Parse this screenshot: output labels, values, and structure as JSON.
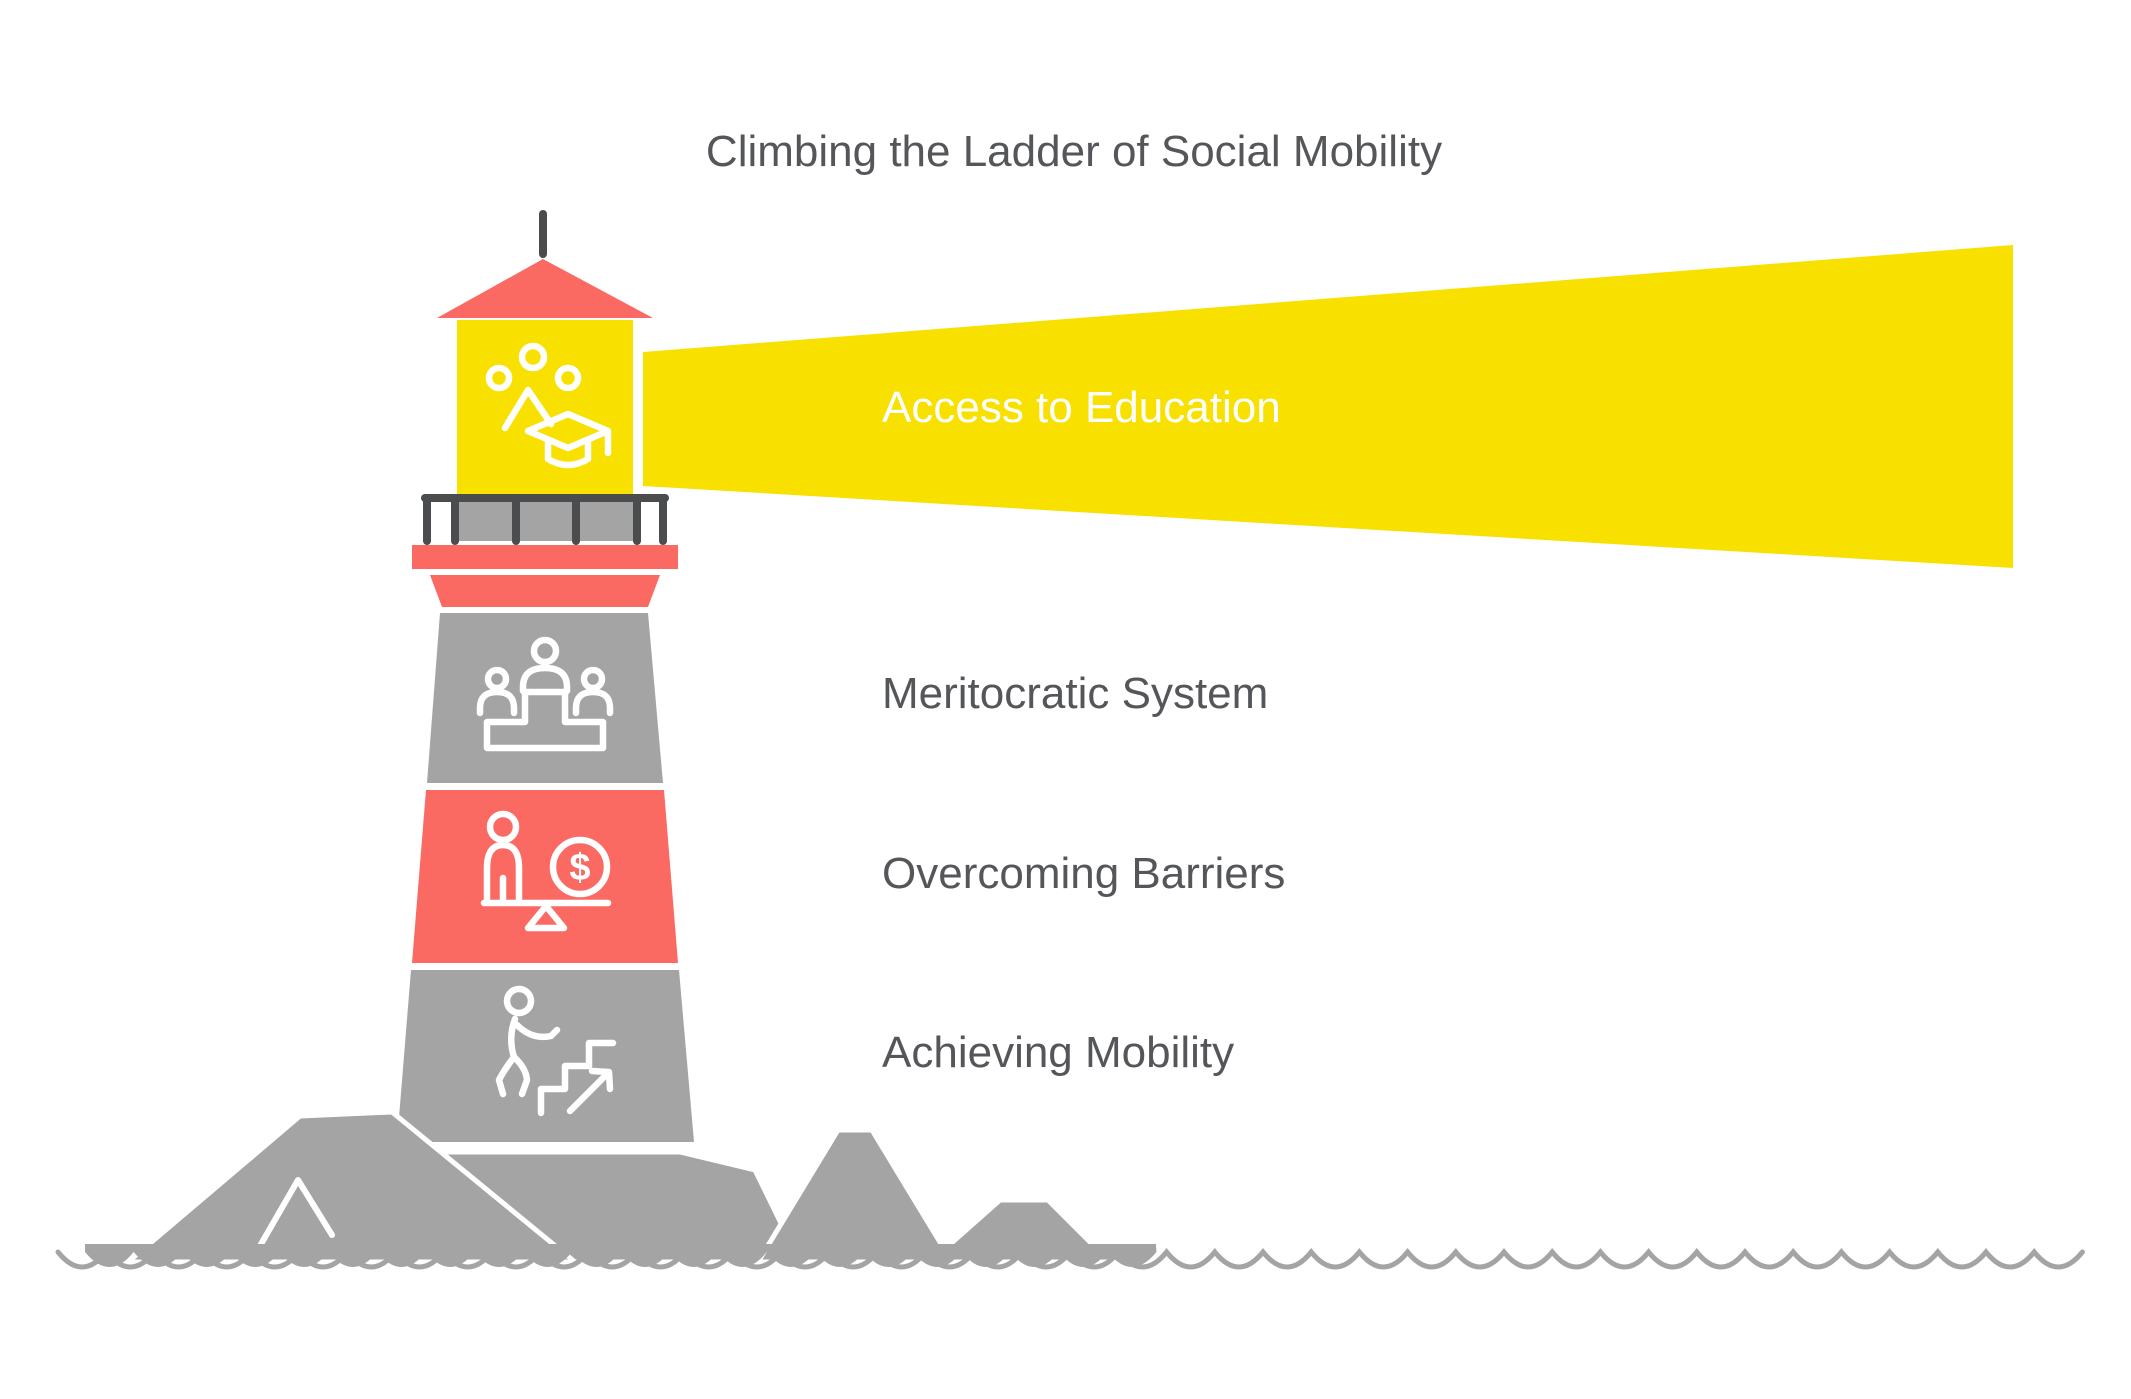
{
  "title": "Climbing the Ladder of Social Mobility",
  "colors": {
    "yellow": "#F8E100",
    "coral": "#FB6A62",
    "gray": "#A4A4A4",
    "dark": "#4A4C4E",
    "text": "#54565A",
    "icon": "#FFFFFF"
  },
  "lighthouse": {
    "beam_label": "Access to Education",
    "sections": [
      {
        "label": "Meritocratic System",
        "icon": "podium-people-icon",
        "band_color": "gray"
      },
      {
        "label": "Overcoming Barriers",
        "icon": "person-dollar-balance-icon",
        "band_color": "coral"
      },
      {
        "label": "Achieving Mobility",
        "icon": "person-climbing-stairs-icon",
        "band_color": "gray"
      }
    ]
  },
  "icons": {
    "lantern": "scatter-graduation-cap-icon",
    "dollar_glyph": "$"
  }
}
